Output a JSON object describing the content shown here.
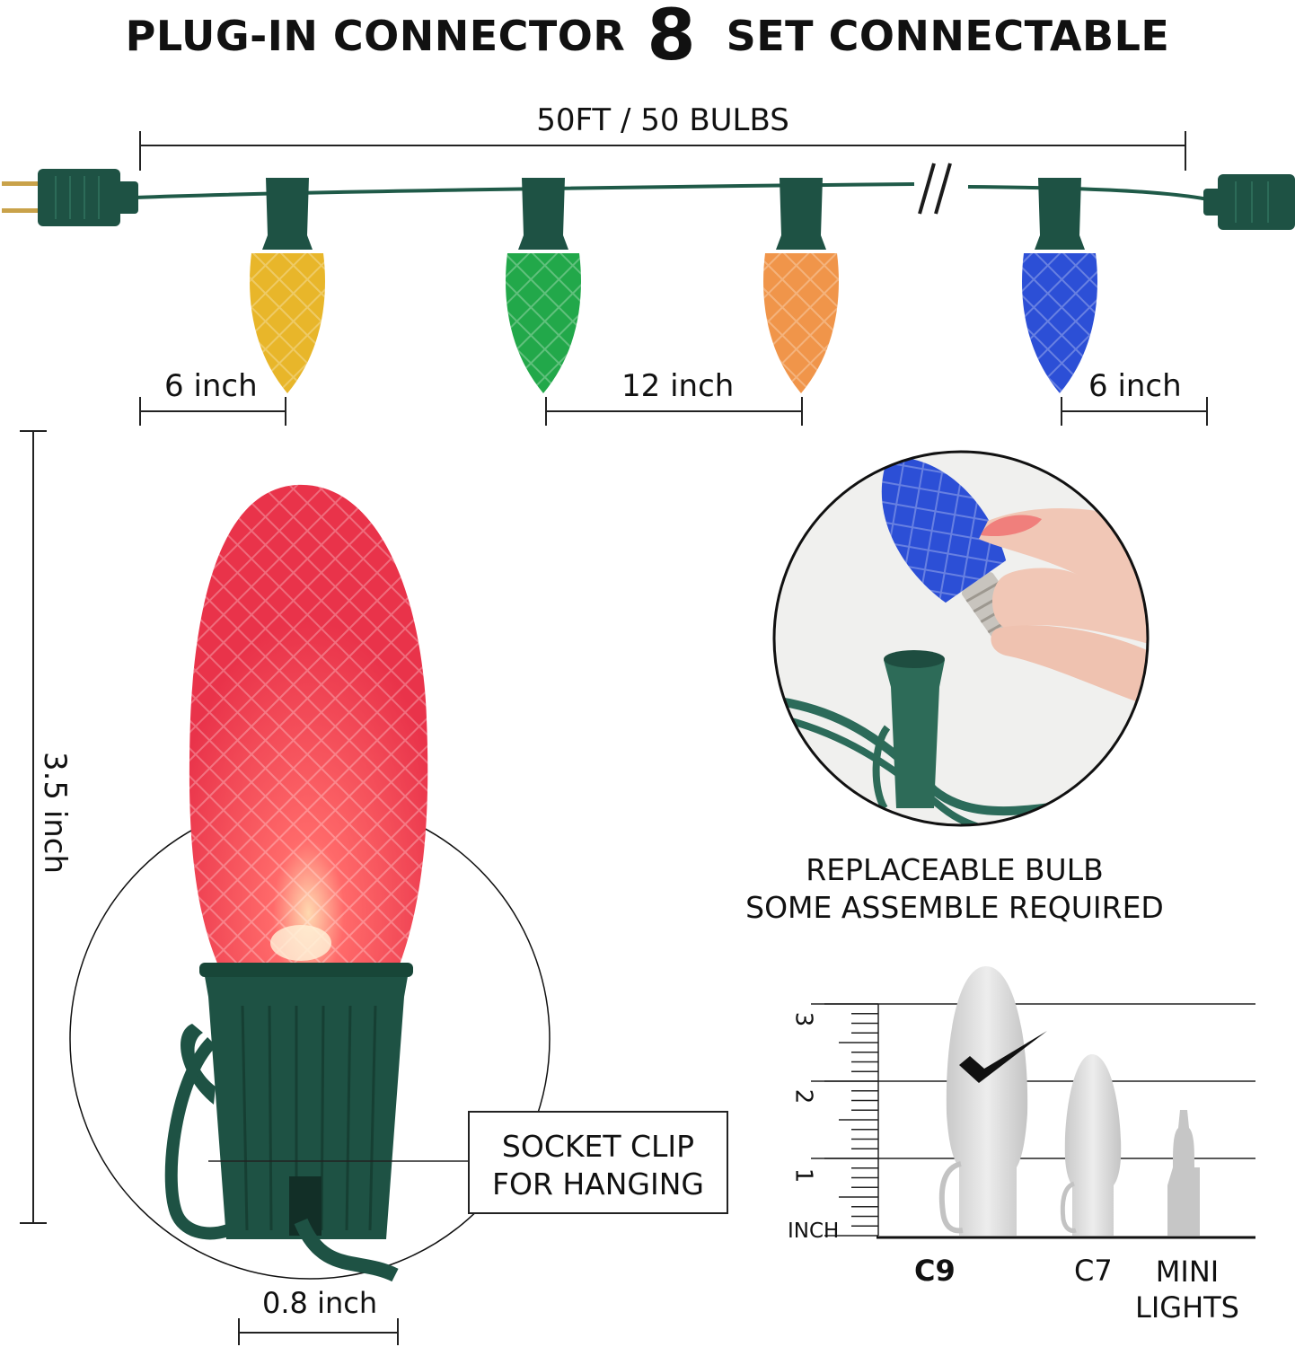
{
  "header": {
    "left": "PLUG-IN CONNECTOR",
    "number": "8",
    "right": "SET CONNECTABLE"
  },
  "string_length": "50FT / 50 BULBS",
  "spacing": {
    "start": "6 inch",
    "between": "12 inch",
    "end": "6 inch"
  },
  "bulb_height": "3.5 inch",
  "base_width": "0.8 inch",
  "socket_clip": {
    "line1": "SOCKET CLIP",
    "line2": "FOR HANGING"
  },
  "replaceable": {
    "line1": "REPLACEABLE BULB",
    "line2": "SOME ASSEMBLE REQUIRED"
  },
  "size_compare": {
    "unit": "INCH",
    "ticks": [
      "1",
      "2",
      "3"
    ],
    "c9": "C9",
    "c7": "C7",
    "mini_line1": "MINI",
    "mini_line2": "LIGHTS"
  },
  "colors": {
    "wire": "#1f5a48",
    "socket": "#1e5244",
    "yellow": "#e8b62a",
    "green": "#22a84a",
    "orange": "#f0954a",
    "blue": "#2c4fd6",
    "red": "#ee3b4e"
  }
}
